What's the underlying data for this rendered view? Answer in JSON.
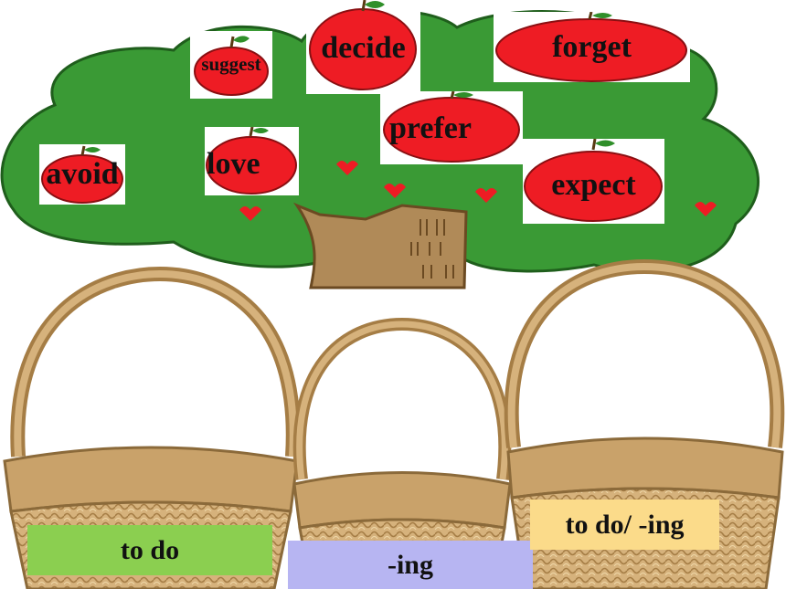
{
  "words": {
    "suggest": "suggest",
    "decide": "decide",
    "forget": "forget",
    "prefer": "prefer",
    "avoid": "avoid",
    "love": "love",
    "expect": "expect"
  },
  "baskets": {
    "to_do": "to do",
    "ing": "-ing",
    "both": "to do/ -ing"
  },
  "colors": {
    "tree_green": "#3a9a35",
    "apple_red": "#ee1c24",
    "trunk_brown": "#b08a58",
    "basket_tan": "#c8a470",
    "label_green": "#8bcf50",
    "label_lavender": "#b7b5f2",
    "label_yellow": "#fbdb8a"
  }
}
